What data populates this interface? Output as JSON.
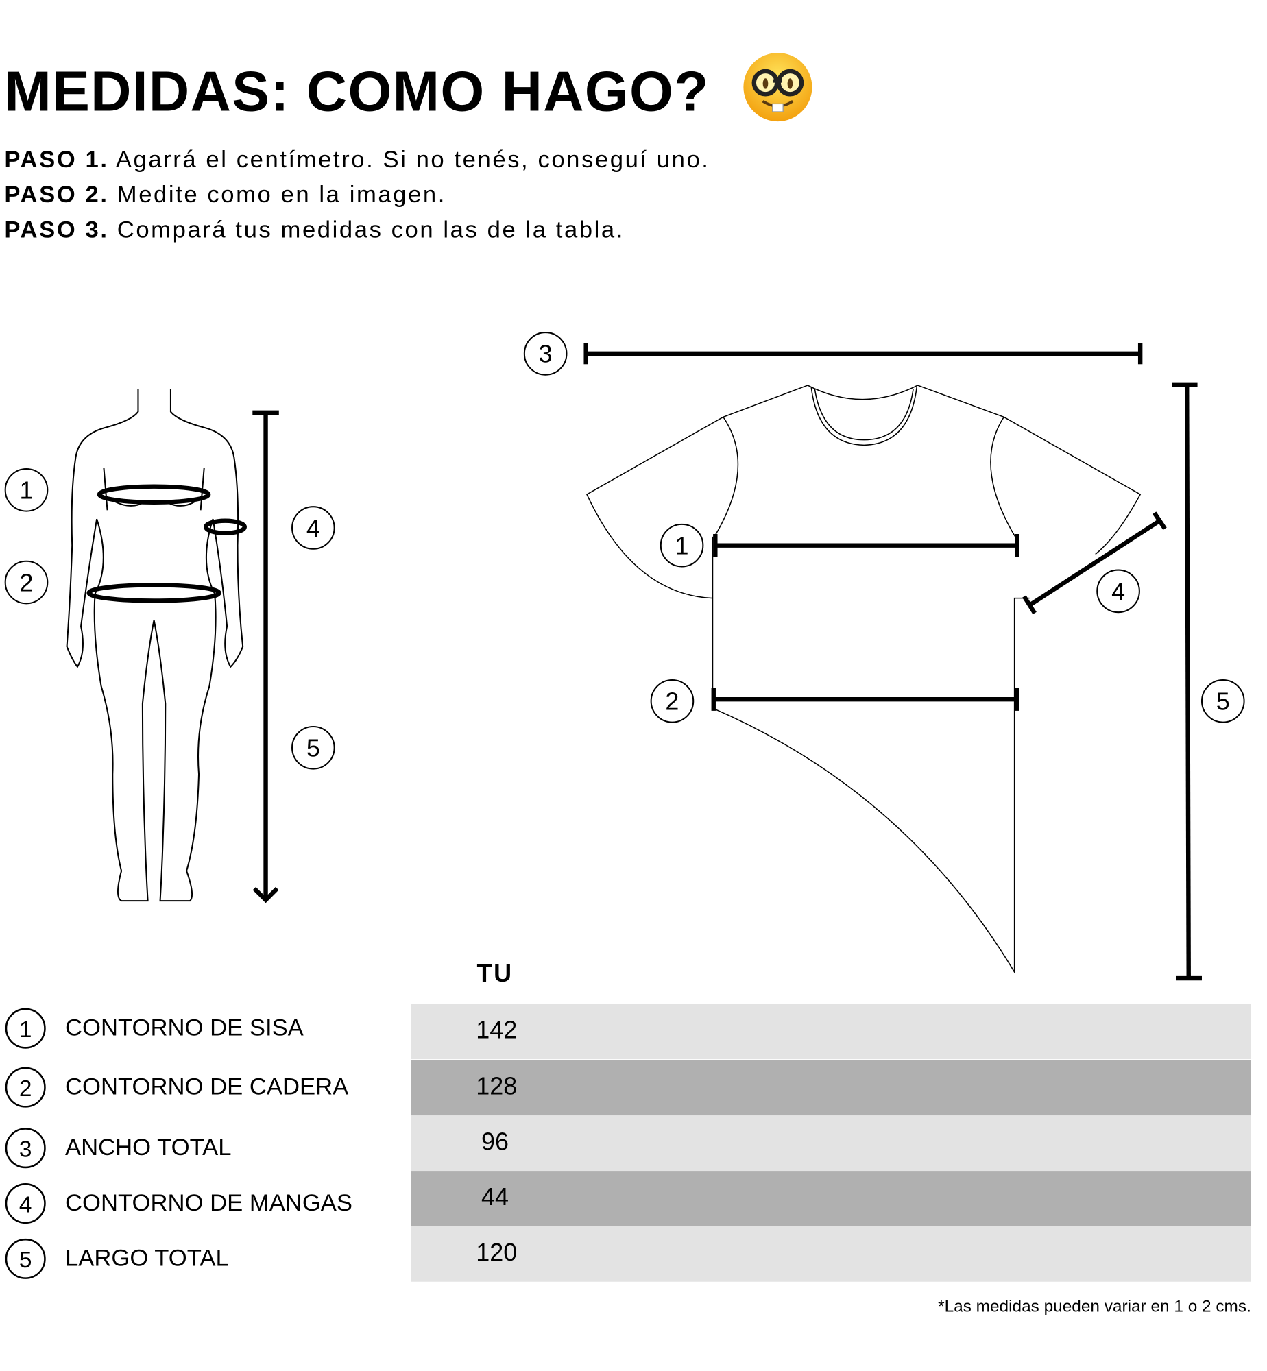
{
  "title": "MEDIDAS: COMO HAGO?",
  "title_emoji": "nerd-face-emoji",
  "steps": [
    {
      "label": "PASO 1.",
      "text": "Agarrá el centímetro. Si no tenés, conseguí uno."
    },
    {
      "label": "PASO 2.",
      "text": "Medite como en la imagen."
    },
    {
      "label": "PASO 3.",
      "text": "Compará tus medidas con las de la tabla."
    }
  ],
  "diagram_markers": {
    "m1": "1",
    "m2": "2",
    "m3": "3",
    "m4": "4",
    "m5": "5"
  },
  "table": {
    "header": "TU",
    "rows": [
      {
        "num": "1",
        "label": "CONTORNO DE SISA",
        "value": "142"
      },
      {
        "num": "2",
        "label": "CONTORNO DE CADERA",
        "value": "128"
      },
      {
        "num": "3",
        "label": "ANCHO TOTAL",
        "value": "96"
      },
      {
        "num": "4",
        "label": "CONTORNO DE MANGAS",
        "value": "44"
      },
      {
        "num": "5",
        "label": "LARGO TOTAL",
        "value": "120"
      }
    ],
    "row_colors": [
      "#e3e3e3",
      "#b0b0b0"
    ]
  },
  "footnote": "*Las medidas pueden variar en 1 o 2 cms."
}
